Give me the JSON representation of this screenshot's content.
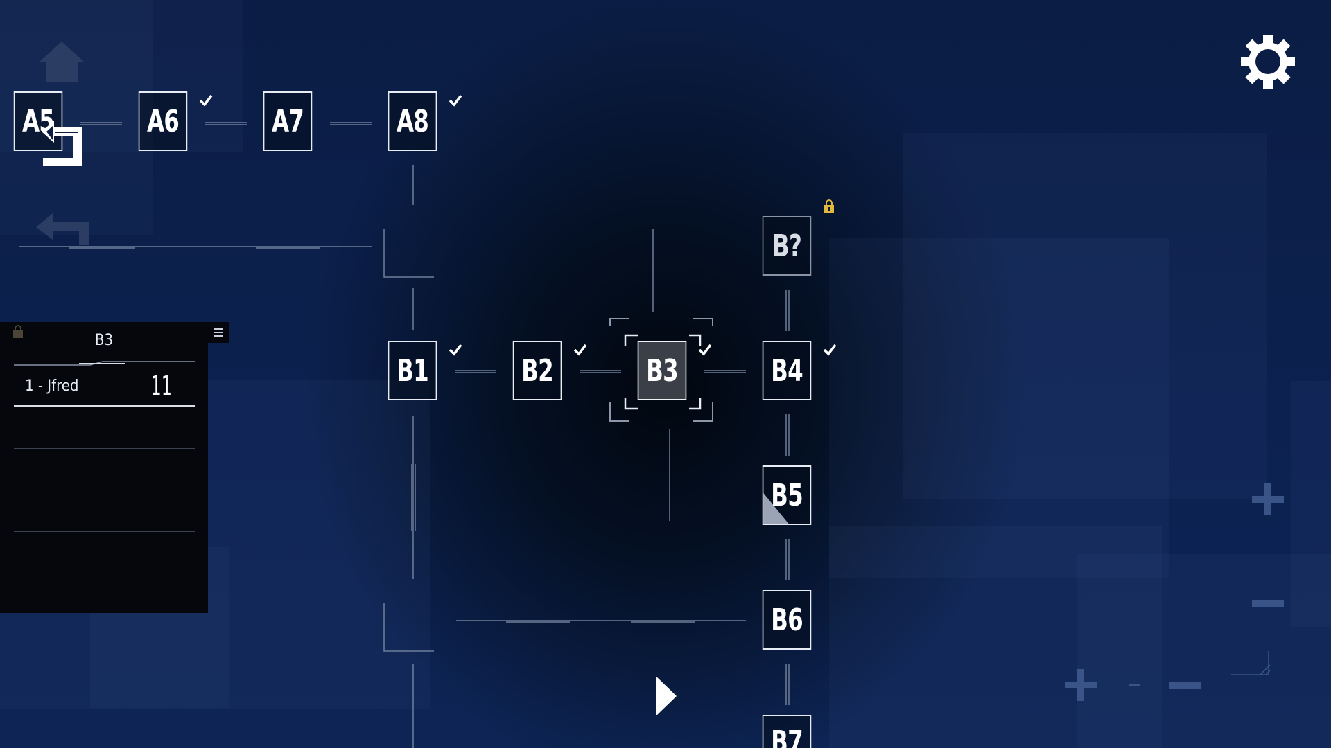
{
  "nodes": {
    "a5": {
      "label": "A5",
      "completed": false,
      "state": "normal"
    },
    "a6": {
      "label": "A6",
      "completed": true,
      "state": "normal"
    },
    "a7": {
      "label": "A7",
      "completed": false,
      "state": "normal"
    },
    "a8": {
      "label": "A8",
      "completed": true,
      "state": "normal"
    },
    "b1": {
      "label": "B1",
      "completed": true,
      "state": "normal"
    },
    "b2": {
      "label": "B2",
      "completed": true,
      "state": "normal"
    },
    "b3": {
      "label": "B3",
      "completed": true,
      "state": "selected"
    },
    "b4": {
      "label": "B4",
      "completed": true,
      "state": "normal"
    },
    "b5": {
      "label": "B5",
      "completed": false,
      "state": "in-progress"
    },
    "b6": {
      "label": "B6",
      "completed": false,
      "state": "normal"
    },
    "b7": {
      "label": "B7",
      "completed": false,
      "state": "normal"
    },
    "bq": {
      "label": "B?",
      "completed": false,
      "state": "locked"
    }
  },
  "leaderboard": {
    "title": "B3",
    "rows": [
      {
        "name": "1 - Jfred",
        "score": "11"
      }
    ]
  },
  "colors": {
    "background": "#0c2150",
    "node_border": "#e8edf5",
    "lock": "#e0b83c",
    "panel": "#05070c"
  },
  "icons": {
    "home": "home-icon",
    "back": "back-arrow-icon",
    "settings": "gear-icon",
    "play": "play-icon",
    "zoom_in": "plus-icon",
    "zoom_out": "minus-icon",
    "check": "checkmark-icon",
    "lock": "lock-icon"
  }
}
